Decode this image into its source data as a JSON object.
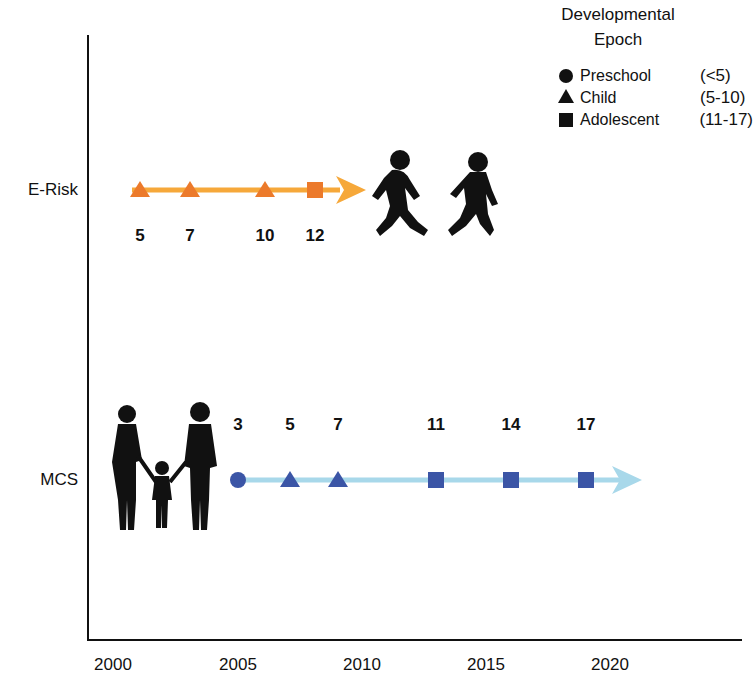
{
  "diagram": {
    "labels": [
      "E-Risk",
      "MCS",
      "5",
      "7",
      "10",
      "12",
      "3",
      "5",
      "7",
      "11",
      "14",
      "17",
      "2000",
      "2005",
      "2010",
      "2015",
      "2020",
      "Developmental Epoch",
      "(<5)",
      "(5-10)",
      "(11-17)"
    ],
    "legend": [
      {
        "text": "Preschool"
      },
      {
        "text": "Child"
      },
      {
        "text": "Adolescent"
      }
    ]
  }
}
